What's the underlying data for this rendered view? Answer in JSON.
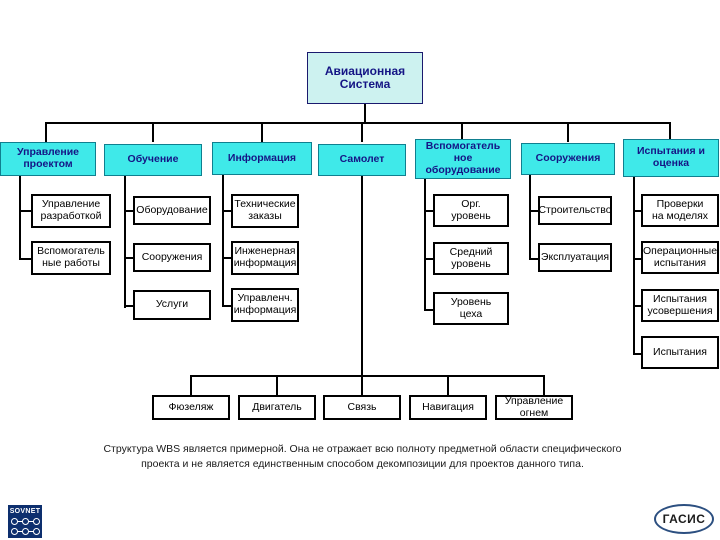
{
  "diagram": {
    "title_node": {
      "label": "Авиационная\nСистема"
    },
    "level2": [
      {
        "id": "upravlenie-proektom",
        "label": "Управление\nпроектом"
      },
      {
        "id": "obuchenie",
        "label": "Обучение"
      },
      {
        "id": "informaciya",
        "label": "Информация"
      },
      {
        "id": "samolet",
        "label": "Самолет"
      },
      {
        "id": "vspomogatelnoe-oborudovanie",
        "label": "Вспомогатель\nное\nоборудование"
      },
      {
        "id": "sooruzheniya",
        "label": "Сооружения"
      },
      {
        "id": "ispytaniya-i-ocenka",
        "label": "Испытания и\nоценка"
      }
    ],
    "level3": {
      "upravlenie_proektom": [
        {
          "label": "Управление\nразработкой"
        },
        {
          "label": "Вспомогатель\nные работы"
        }
      ],
      "obuchenie": [
        {
          "label": "Оборудование"
        },
        {
          "label": "Сооружения"
        },
        {
          "label": "Услуги"
        }
      ],
      "informaciya": [
        {
          "label": "Технические\nзаказы"
        },
        {
          "label": "Инженерная\nинформация"
        },
        {
          "label": "Управленч.\nинформация"
        }
      ],
      "vspomogatelnoe_oborudovanie": [
        {
          "label": "Орг.\nуровень"
        },
        {
          "label": "Средний\nуровень"
        },
        {
          "label": "Уровень\nцеха"
        }
      ],
      "sooruzheniya": [
        {
          "label": "Строительство"
        },
        {
          "label": "Эксплуатация"
        }
      ],
      "ispytaniya_i_ocenka": [
        {
          "label": "Проверки\nна моделях"
        },
        {
          "label": "Операционные\nиспытания"
        },
        {
          "label": "Испытания\nусовершения"
        },
        {
          "label": "Испытания"
        }
      ]
    },
    "samolet_children": [
      {
        "label": "Фюзеляж"
      },
      {
        "label": "Двигатель"
      },
      {
        "label": "Связь"
      },
      {
        "label": "Навигация"
      },
      {
        "label": "Управление\nогнем"
      }
    ],
    "caption": "Структура WBS является примерной. Она не отражает всю полноту предметной области специфического проекта и не является единственным способом декомпозиции для проектов данного типа."
  },
  "logos": {
    "sovnet": {
      "text": "SOVNET"
    },
    "gasis": {
      "text": "ГАСИС"
    }
  },
  "colors": {
    "root_fill": "#cdf2f0",
    "level2_fill": "#3fe9e9",
    "level2_text": "#151585",
    "leaf_fill": "#ffffff",
    "leaf_border": "#000000",
    "background": "#ffffff",
    "sovnet_blue": "#0d2f6e",
    "gasis_blue": "#2c4f80"
  }
}
